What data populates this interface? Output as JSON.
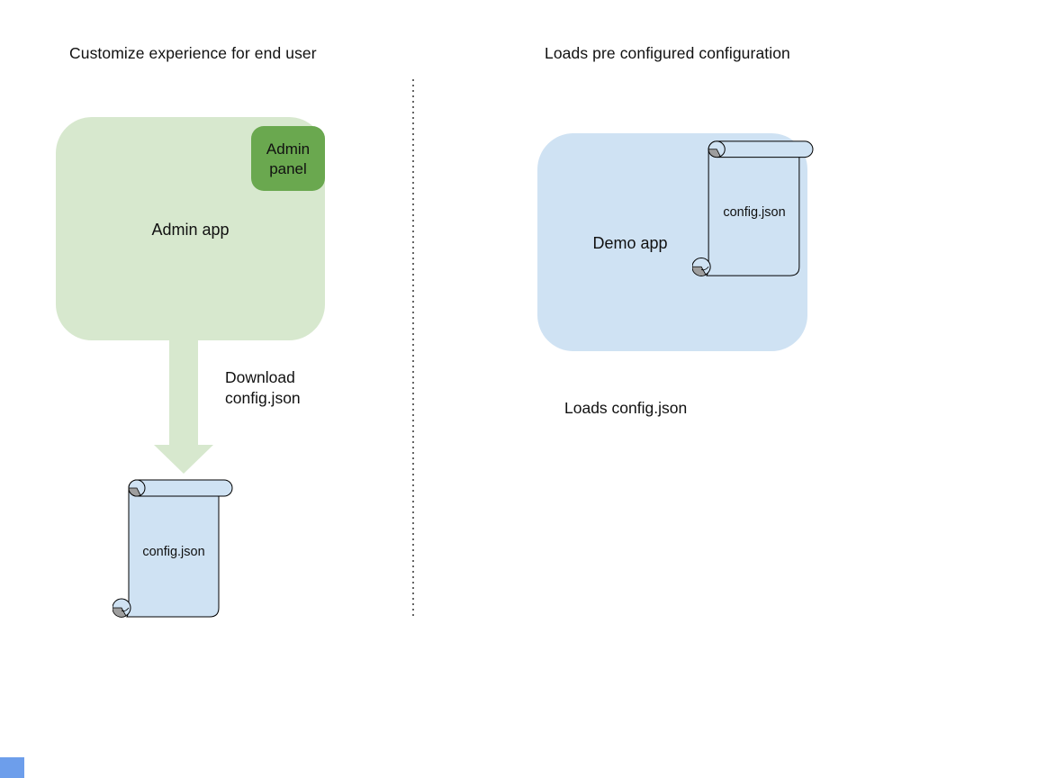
{
  "diagram": {
    "left": {
      "title": "Customize experience for end user",
      "admin_app_label": "Admin app",
      "admin_panel_label": "Admin panel",
      "arrow_label": "Download\nconfig.json",
      "config_file_label": "config.json"
    },
    "right": {
      "title": "Loads pre configured configuration",
      "demo_app_label": "Demo app",
      "config_file_label": "config.json",
      "caption": "Loads config.json"
    },
    "colors": {
      "background": "#ffffff",
      "text": "#111111",
      "admin_app_fill": "#d7e8ce",
      "admin_panel_fill": "#6aa84f",
      "arrow_fill": "#d7e8ce",
      "demo_app_fill": "#cfe2f3",
      "file_scroll_fill": "#cfe2f3",
      "scroll_outline": "#000000",
      "curl_shade": "#9e9e9e",
      "divider_dots": "#666666",
      "corner_square": "#6d9eeb"
    }
  }
}
